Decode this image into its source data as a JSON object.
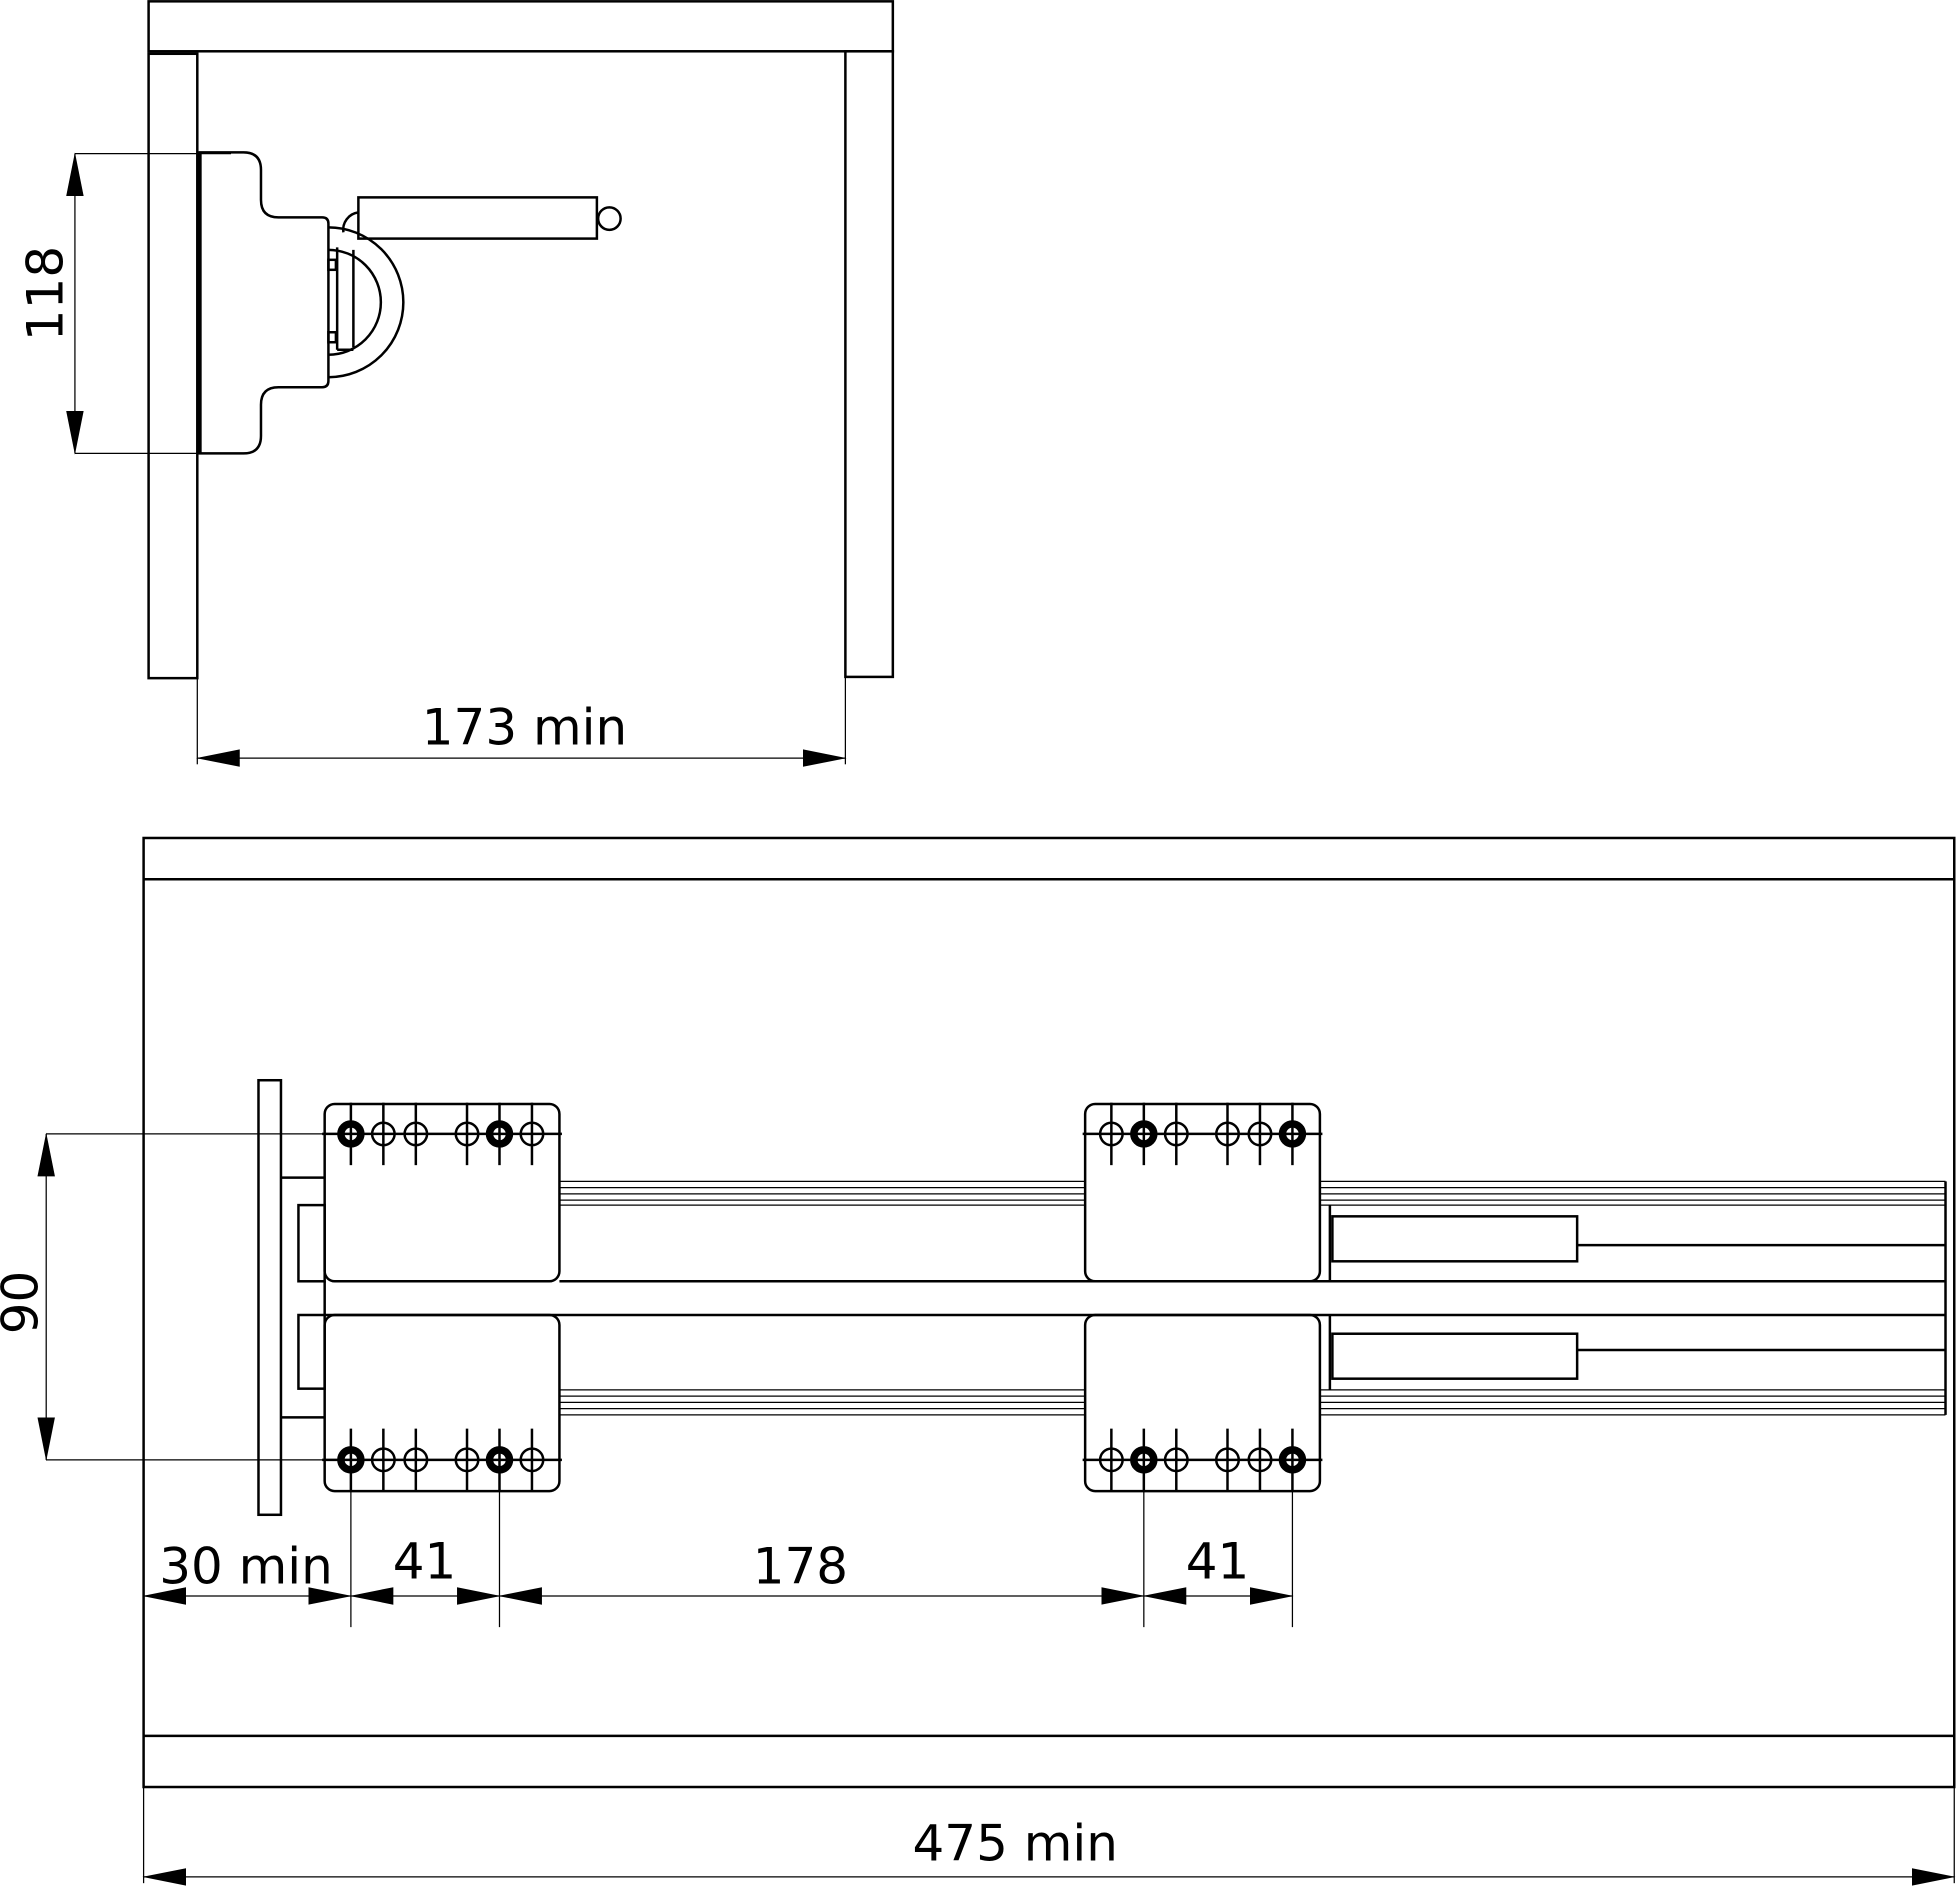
{
  "top_view": {
    "dimensions": {
      "height": "118",
      "width": "173 min"
    }
  },
  "front_view": {
    "dimensions": {
      "vertical_spacing": "90",
      "edge_offset": "30 min",
      "hole_spacing_left": "41",
      "bracket_spacing": "178",
      "hole_spacing_right": "41",
      "total_width": "475 min"
    }
  },
  "colors": {
    "line": "#000000",
    "background": "#ffffff"
  }
}
